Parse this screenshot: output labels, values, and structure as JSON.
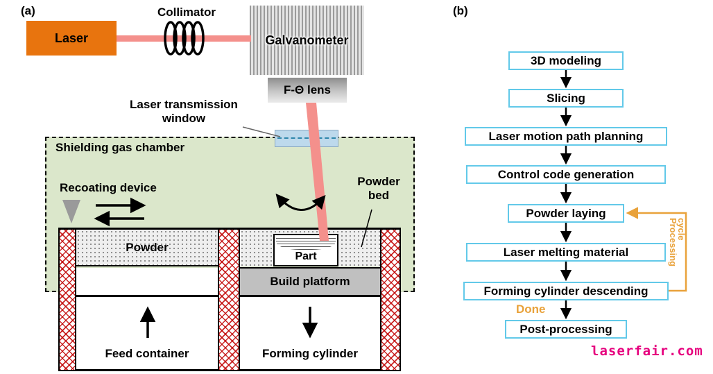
{
  "panel_a": {
    "label": "(a)",
    "laser_label": "Laser",
    "collimator_label": "Collimator",
    "galvanometer_label": "Galvanometer",
    "f_theta_lens_label": "F-Θ lens",
    "window_label": "Laser transmission window",
    "chamber_label": "Shielding gas chamber",
    "recoater_label": "Recoating device",
    "powder_bed_label": "Powder bed",
    "powder_label": "Powder",
    "part_label": "Part",
    "build_platform_label": "Build platform",
    "feed_container_label": "Feed container",
    "forming_cylinder_label": "Forming cylinder"
  },
  "panel_b": {
    "label": "(b)",
    "steps": [
      "3D modeling",
      "Slicing",
      "Laser motion path planning",
      "Control code generation",
      "Powder laying",
      "Laser melting material",
      "Forming cylinder descending",
      "Post-processing"
    ],
    "done_label": "Done",
    "cycle_label": "Processing cycle"
  },
  "watermark": "laserfair.com",
  "colors": {
    "laser_orange": "#E8740E",
    "beam_pink": "#F4908C",
    "chamber_green": "#DBE7CB",
    "flow_border_blue": "#62C9E9",
    "cycle_orange": "#E9A23B",
    "hatch_red": "#C00000",
    "platform_gray": "#C0C0C0",
    "watermark_magenta": "#E6007E"
  }
}
